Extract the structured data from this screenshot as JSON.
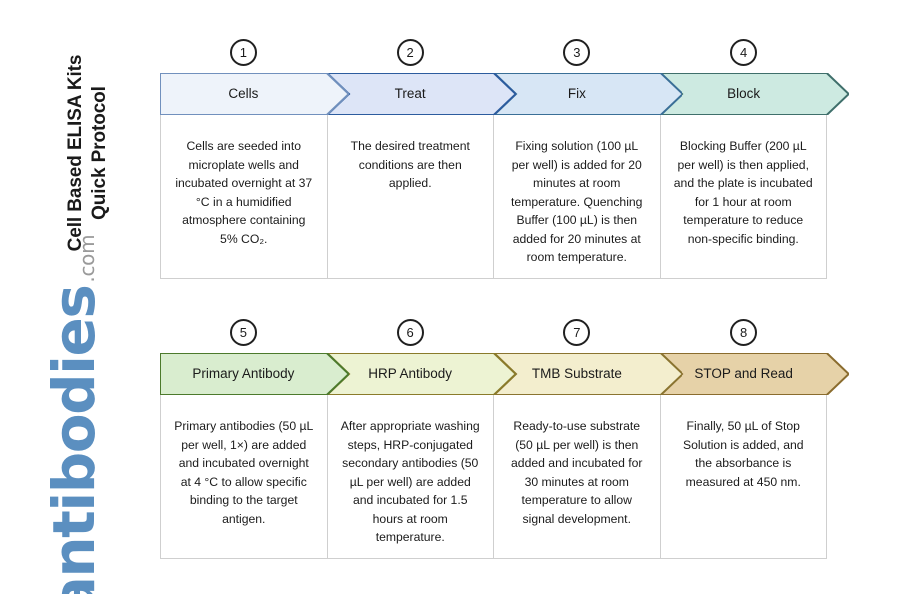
{
  "title": {
    "line1": "Cell Based ELISA Kits",
    "line2": "Quick Protocol"
  },
  "logo": {
    "name": "antibodies",
    "domain": ".com",
    "color_main": "#5b8fc0",
    "color_domain": "#9a9a9a"
  },
  "rows": [
    {
      "id": "row-1",
      "steps": [
        {
          "number": "1",
          "label": "Cells",
          "fill": "#eef3fa",
          "stroke": "#7190bd",
          "text": "Cells are seeded into microplate wells and incubated overnight at 37 °C in a humidified atmosphere containing 5% CO₂."
        },
        {
          "number": "2",
          "label": "Treat",
          "fill": "#dde5f7",
          "stroke": "#2c5c9e",
          "text": "The desired treatment conditions are then applied."
        },
        {
          "number": "3",
          "label": "Fix",
          "fill": "#d7e6f5",
          "stroke": "#3a6f97",
          "text": "Fixing solution (100 µL per well) is added for 20 minutes at room temperature. Quenching Buffer (100 µL) is then added for 20 minutes at room temperature."
        },
        {
          "number": "4",
          "label": "Block",
          "fill": "#cdeae1",
          "stroke": "#3f6f6b",
          "text": "Blocking Buffer (200 µL per well) is then applied, and the plate is incubated for 1 hour at room temperature to reduce non-specific binding."
        }
      ]
    },
    {
      "id": "row-2",
      "steps": [
        {
          "number": "5",
          "label": "Primary Antibody",
          "fill": "#d9edcf",
          "stroke": "#4c7a2c",
          "text": "Primary antibodies (50 µL per well, 1×) are added and incubated overnight at 4 °C to allow specific binding to the target antigen."
        },
        {
          "number": "6",
          "label": "HRP Antibody",
          "fill": "#edf3d3",
          "stroke": "#8a7b2a",
          "text": "After appropriate washing steps, HRP-conjugated secondary antibodies (50 µL per well) are added and incubated for 1.5 hours at room temperature."
        },
        {
          "number": "7",
          "label": "TMB Substrate",
          "fill": "#f3eece",
          "stroke": "#8a7430",
          "text": "Ready-to-use substrate (50 µL per well) is then added and incubated for 30 minutes at room temperature to allow signal development."
        },
        {
          "number": "8",
          "label": "STOP and Read",
          "fill": "#e6d2a8",
          "stroke": "#8a6c2e",
          "text": "Finally, 50 µL of Stop Solution is added, and the absorbance is measured at 450 nm."
        }
      ]
    }
  ]
}
